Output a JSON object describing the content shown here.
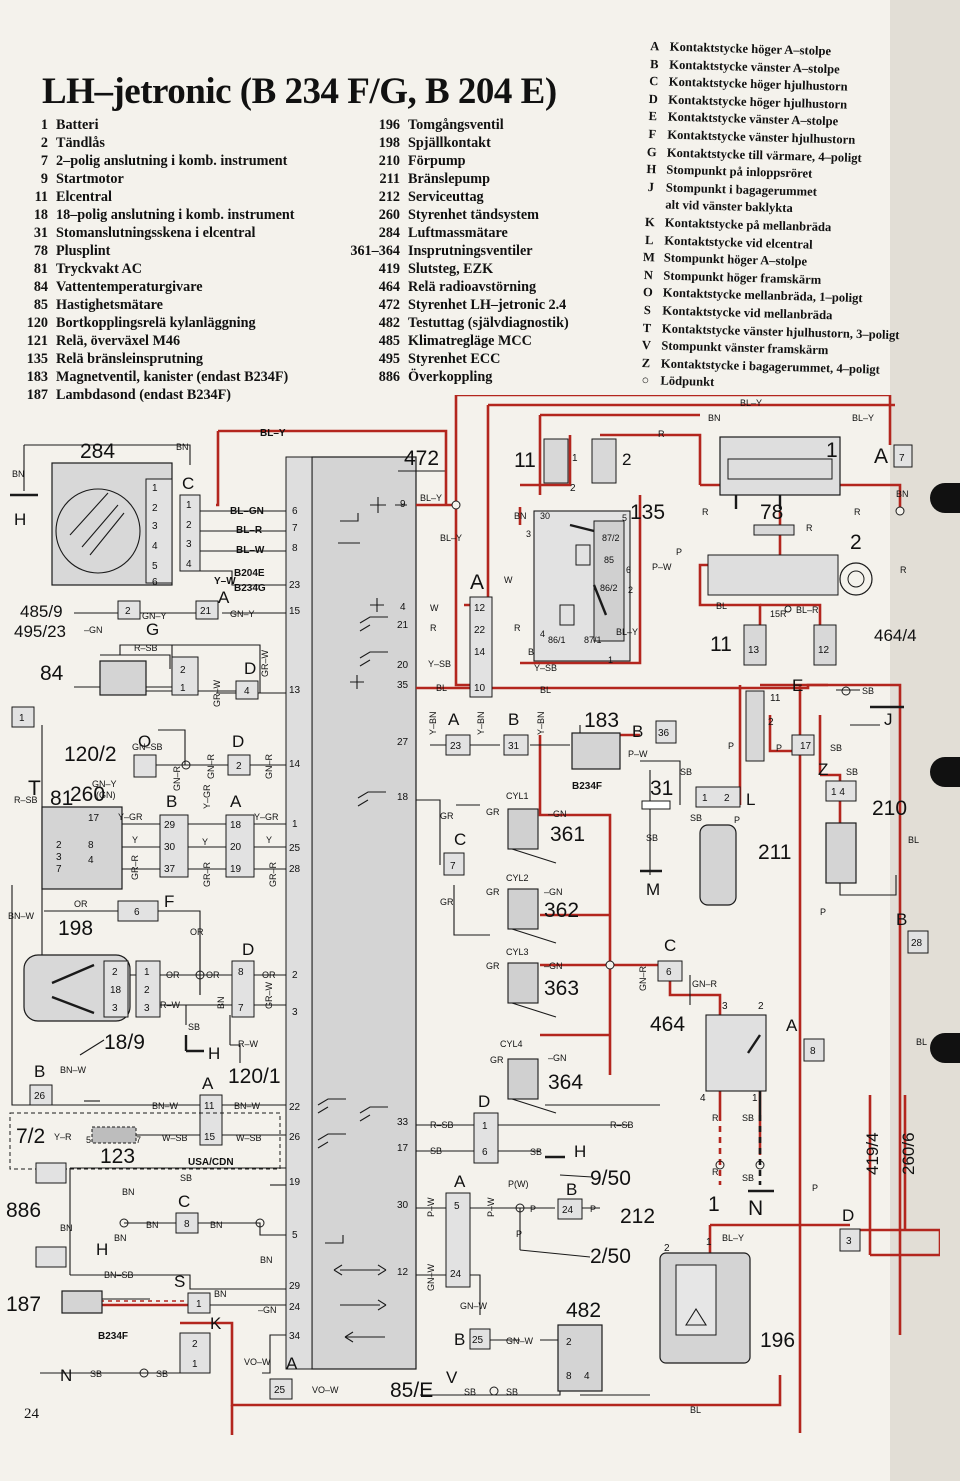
{
  "title": "LH–jetronic (B 234 F/G, B 204 E)",
  "legend_left": [
    {
      "num": "1",
      "label": "Batteri"
    },
    {
      "num": "2",
      "label": "Tändlås"
    },
    {
      "num": "7",
      "label": "2–polig anslutning i komb. instrument"
    },
    {
      "num": "9",
      "label": "Startmotor"
    },
    {
      "num": "11",
      "label": "Elcentral"
    },
    {
      "num": "18",
      "label": "18–polig anslutning i komb. instrument"
    },
    {
      "num": "31",
      "label": "Stomanslutningsskena i elcentral"
    },
    {
      "num": "78",
      "label": "Plusplint"
    },
    {
      "num": "81",
      "label": "Tryckvakt AC"
    },
    {
      "num": "84",
      "label": "Vattentemperaturgivare"
    },
    {
      "num": "85",
      "label": "Hastighetsmätare"
    },
    {
      "num": "120",
      "label": "Bortkopplingsrelä kylanläggning"
    },
    {
      "num": "121",
      "label": "Relä, överväxel M46"
    },
    {
      "num": "135",
      "label": "Relä bränsleinsprutning"
    },
    {
      "num": "183",
      "label": "Magnetventil, kanister (endast B234F)"
    },
    {
      "num": "187",
      "label": "Lambdasond (endast B234F)"
    }
  ],
  "legend_mid": [
    {
      "num": "196",
      "label": "Tomgångsventil"
    },
    {
      "num": "198",
      "label": "Spjällkontakt"
    },
    {
      "num": "210",
      "label": "Förpump"
    },
    {
      "num": "211",
      "label": "Bränslepump"
    },
    {
      "num": "212",
      "label": "Serviceuttag"
    },
    {
      "num": "260",
      "label": "Styrenhet tändsystem"
    },
    {
      "num": "284",
      "label": "Luftmassmätare"
    },
    {
      "num": "361–364",
      "label": "Insprutningsventiler"
    },
    {
      "num": "419",
      "label": "Slutsteg, EZK"
    },
    {
      "num": "464",
      "label": "Relä radioavstörning"
    },
    {
      "num": "472",
      "label": "Styrenhet LH–jetronic 2.4"
    },
    {
      "num": "482",
      "label": "Testuttag (självdiagnostik)"
    },
    {
      "num": "485",
      "label": "Klimatregläge MCC"
    },
    {
      "num": "495",
      "label": "Styrenhet ECC"
    },
    {
      "num": "886",
      "label": "Överkoppling"
    }
  ],
  "legend_right": [
    {
      "code": "A",
      "label": "Kontaktstycke höger A–stolpe"
    },
    {
      "code": "B",
      "label": "Kontaktstycke vänster A–stolpe"
    },
    {
      "code": "C",
      "label": "Kontaktstycke höger hjulhustorn"
    },
    {
      "code": "D",
      "label": "Kontaktstycke höger hjulhustorn"
    },
    {
      "code": "E",
      "label": "Kontaktstycke vänster A–stolpe"
    },
    {
      "code": "F",
      "label": "Kontaktstycke vänster hjulhustorn"
    },
    {
      "code": "G",
      "label": "Kontaktstycke till värmare, 4–poligt"
    },
    {
      "code": "H",
      "label": "Stompunkt på inloppsröret"
    },
    {
      "code": "J",
      "label": "Stompunkt i bagagerummet"
    },
    {
      "code": "",
      "label": "alt vid vänster baklykta"
    },
    {
      "code": "K",
      "label": "Kontaktstycke på mellanbräda"
    },
    {
      "code": "L",
      "label": "Kontaktstycke vid elcentral"
    },
    {
      "code": "M",
      "label": "Stompunkt höger A–stolpe"
    },
    {
      "code": "N",
      "label": "Stompunkt höger framskärm"
    },
    {
      "code": "O",
      "label": "Kontaktstycke mellanbräda, 1–poligt"
    },
    {
      "code": "S",
      "label": "Kontaktstycke vid mellanbräda"
    },
    {
      "code": "T",
      "label": "Kontaktstycke vänster hjulhustorn, 3–poligt"
    },
    {
      "code": "V",
      "label": "Stompunkt vänster framskärm"
    },
    {
      "code": "Z",
      "label": "Kontaktstycke i bagagerummet, 4–poligt"
    },
    {
      "code": "○",
      "label": "Lödpunkt"
    }
  ],
  "page_number": "24",
  "colors": {
    "wire_red": "#b3261e",
    "wire_dark": "#1a1a1a",
    "ecu_fill": "#cfcfcf",
    "page": "#f4f2ec"
  },
  "diagram": {
    "components": {
      "c284": "284",
      "c472": "472",
      "c11a": "11",
      "c135": "135",
      "c1": "1",
      "c78": "78",
      "c2": "2",
      "c11b": "11",
      "c464r": "464/4",
      "c48595": "485/9",
      "c49523": "495/23",
      "c84": "84",
      "c1202": "120/2",
      "c81": "81",
      "c183": "183",
      "c183sub": "B234F",
      "c31": "31",
      "c211": "211",
      "c210": "210",
      "c260": "260",
      "c361": "361",
      "c362": "362",
      "c363": "363",
      "c364": "364",
      "c198": "198",
      "c464": "464",
      "c189": "18/9",
      "c1201": "120/1",
      "c72": "7/2",
      "c123": "123",
      "usacdn": "USA/CDN",
      "c886": "886",
      "c187": "187",
      "c187sub": "B234F",
      "c950": "9/50",
      "c212": "212",
      "c250": "2/50",
      "c482": "482",
      "c196": "196",
      "c85e": "85/E",
      "c4194": "419/4",
      "c2606": "260/6",
      "c1r": "1",
      "c1n": "N"
    },
    "connectors": {
      "A": "A",
      "B": "B",
      "C": "C",
      "D": "D",
      "E": "E",
      "F": "F",
      "G": "G",
      "H": "H",
      "J": "J",
      "K": "K",
      "L": "L",
      "M": "M",
      "N": "N",
      "O": "O",
      "S": "S",
      "T": "T",
      "V": "V",
      "Z": "Z"
    },
    "wire_labels": {
      "BLY": "BL–Y",
      "BN": "BN",
      "BLGN": "BL–GN",
      "BLR": "BL–R",
      "BLW": "BL–W",
      "YW": "Y–W",
      "GNY": "GN–Y",
      "GNYGN": "GN–Y (GN)",
      "GN": "–GN",
      "RSB": "R–SB",
      "GRW": "GR–W",
      "GNSB": "GN–SB",
      "GNR": "GN–R",
      "W": "W",
      "R": "R",
      "YSB": "Y–SB",
      "BL": "BL",
      "YBN": "Y–BN",
      "PW": "P–W",
      "P": "P",
      "SB": "SB",
      "YGR": "Y–GR",
      "Y": "Y",
      "GRR": "GR–R",
      "OR": "OR",
      "BNW": "BN–W",
      "RW": "R–W",
      "GR": "GR",
      "WSB": "W–SB",
      "YR": "Y–R",
      "BNSB": "BN–SB",
      "VOW": "VO–W",
      "GNW": "GN–W",
      "PWp": "P(W)",
      "BLR2": "BL–R",
      "B204E": "B204E",
      "B234G": "B234G",
      "R15": "15R",
      "CYL1": "CYL1",
      "CYL2": "CYL2",
      "CYL3": "CYL3",
      "CYL4": "CYL4"
    }
  }
}
